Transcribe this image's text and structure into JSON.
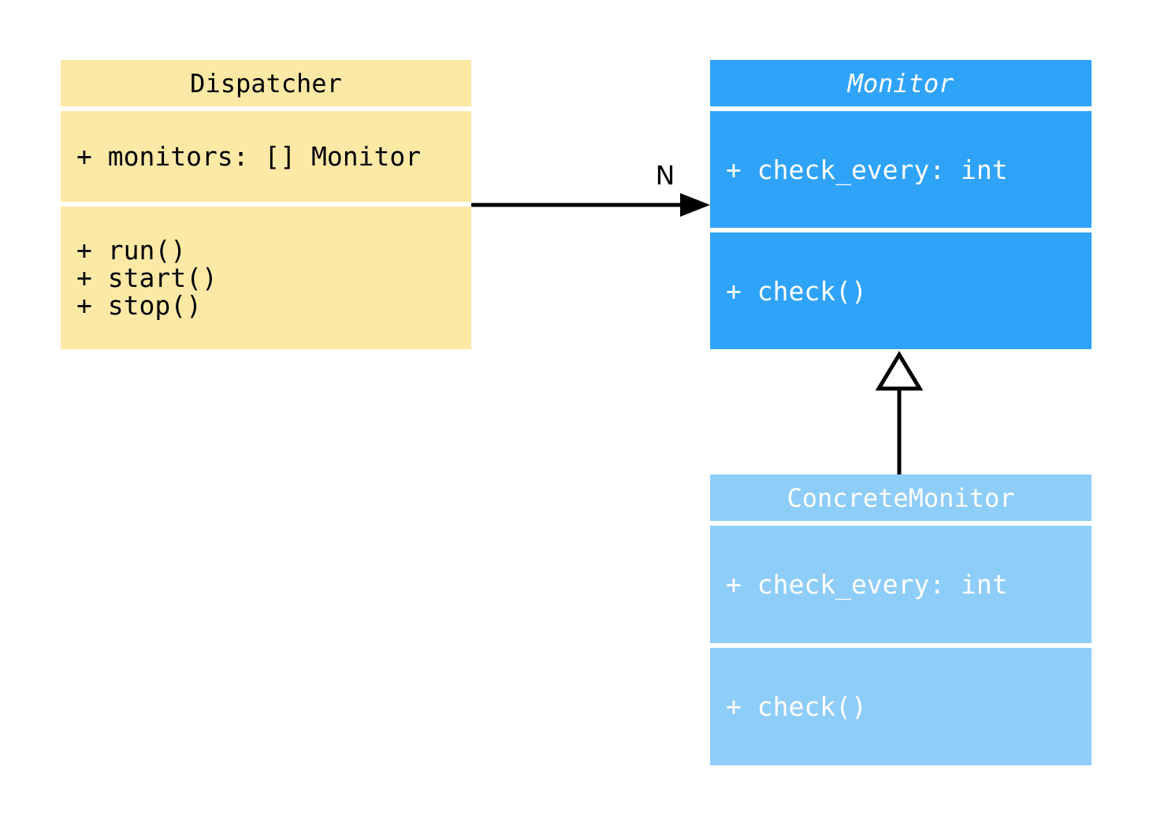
{
  "diagram": {
    "background": "#FFFFFF",
    "classes": [
      {
        "name": "Dispatcher",
        "stereotype": "class",
        "fill": "#FCE9A6",
        "text_color": "#000000",
        "title_italic": false,
        "attributes": [
          "+ monitors: [] Monitor"
        ],
        "methods": [
          "+ run()",
          "+ start()",
          "+ stop()"
        ]
      },
      {
        "name": "Monitor",
        "stereotype": "abstract-class",
        "fill": "#2FA3F8",
        "text_color": "#FFFFFF",
        "title_italic": true,
        "attributes": [
          "+ check_every: int"
        ],
        "methods": [
          "+ check()"
        ]
      },
      {
        "name": "ConcreteMonitor",
        "stereotype": "class",
        "fill": "#8FCDF9",
        "text_color": "#FFFFFF",
        "title_italic": false,
        "attributes": [
          "+ check_every: int"
        ],
        "methods": [
          "+ check()"
        ]
      }
    ],
    "relations": [
      {
        "type": "association",
        "from": "Dispatcher",
        "to": "Monitor",
        "label": "N",
        "arrowhead": "filled-arrow",
        "color": "#000000"
      },
      {
        "type": "inheritance",
        "from": "ConcreteMonitor",
        "to": "Monitor",
        "label": "",
        "arrowhead": "hollow-triangle",
        "color": "#000000"
      }
    ]
  }
}
